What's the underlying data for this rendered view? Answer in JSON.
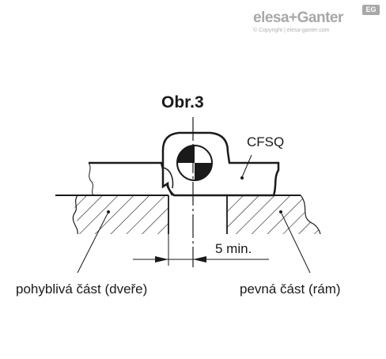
{
  "brand": {
    "name": "elesa+Ganter",
    "badge": "EG",
    "copyright": "© Copyright | elesa-ganter.com"
  },
  "figure": {
    "title": "Obr.3",
    "part_label": "CFSQ",
    "dimension_label": "5 min.",
    "moving_part_label": "pohyblivá část (dveře)",
    "fixed_part_label": "pevná část (rám)"
  },
  "colors": {
    "line": "#1a1a1a",
    "brand_gray": "#a8a8a8",
    "background": "#ffffff"
  }
}
